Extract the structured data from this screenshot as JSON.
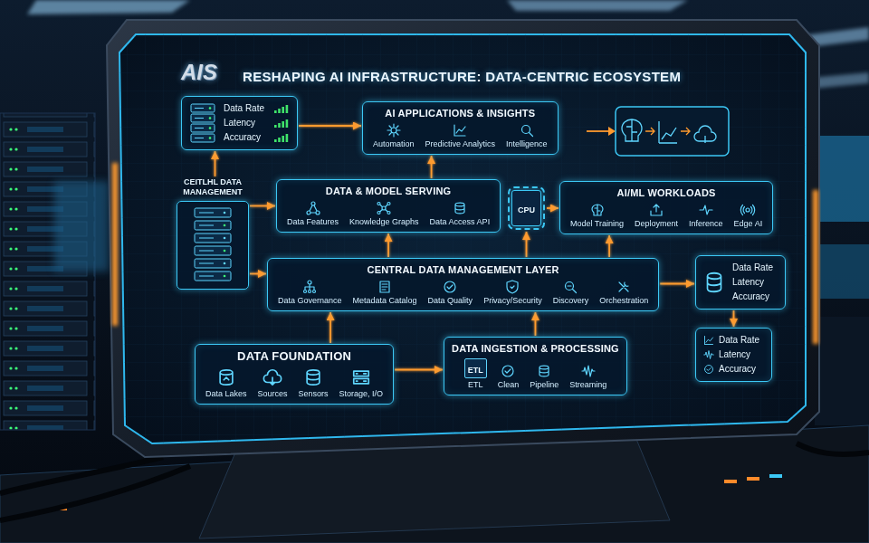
{
  "diagram": {
    "title": "RESHAPING AI INFRASTRUCTURE: DATA-CENTRIC ECOSYSTEM",
    "nodes": [
      {
        "text": [
          "Data Rate",
          "Latency",
          "Accuracy"
        ]
      },
      {
        "text": [
          "AI APPLICATIONS & INSIGHTS",
          "Automation",
          "Predictive Analytics",
          "Intelligence"
        ]
      },
      {
        "text": [
          "CEITLHL DATA MANAGEMENT"
        ]
      },
      {
        "text": [
          "DATA & MODEL SERVING",
          "Data Features",
          "Knowledge Graphs",
          "Data Access API"
        ]
      },
      {
        "text": [
          "CPU"
        ]
      },
      {
        "text": [
          "AI/ML WORKLOADS",
          "Model Training",
          "Deployment",
          "Inference",
          "Edge AI"
        ]
      },
      {
        "text": [
          "CENTRAL DATA MANAGEMENT LAYER",
          "Data Governance",
          "Metadata Catalog",
          "Data Quality",
          "Privacy/Security",
          "Discovery",
          "Orchestration"
        ]
      },
      {
        "text": [
          "Data Rate",
          "Latency",
          "Accuracy"
        ]
      },
      {
        "text": [
          "DATA FOUNDATION",
          "Data Lakes",
          "Sources",
          "Sensors",
          "Storage, I/O"
        ]
      },
      {
        "text": [
          "DATA INGESTION & PROCESSING",
          "ETL",
          "ETL",
          "Clean",
          "Pipeline",
          "Streaming"
        ]
      },
      {
        "text": [
          "Data Rate",
          "Latency",
          "Accuracy"
        ]
      }
    ],
    "edges": [
      {
        "from": 0,
        "to": 1,
        "arrow": "to"
      },
      {
        "from": 2,
        "to": 0,
        "arrow": "to"
      },
      {
        "from": 2,
        "to": 3,
        "arrow": "to"
      },
      {
        "from": 3,
        "to": 1,
        "arrow": "to"
      },
      {
        "from": 4,
        "to": 5,
        "arrow": "to"
      },
      {
        "from": 6,
        "to": 3,
        "arrow": "to"
      },
      {
        "from": 6,
        "to": 4,
        "arrow": "to"
      },
      {
        "from": 6,
        "to": 5,
        "arrow": "to"
      },
      {
        "from": 2,
        "to": 6,
        "arrow": "to"
      },
      {
        "from": 6,
        "to": 7,
        "arrow": "to"
      },
      {
        "from": 7,
        "to": 10,
        "arrow": "to"
      },
      {
        "from": 8,
        "to": 6,
        "arrow": "to"
      },
      {
        "from": 9,
        "to": 6,
        "arrow": "to"
      },
      {
        "from": 8,
        "to": 9,
        "arrow": "to"
      }
    ],
    "labels": [
      "AIS"
    ]
  }
}
